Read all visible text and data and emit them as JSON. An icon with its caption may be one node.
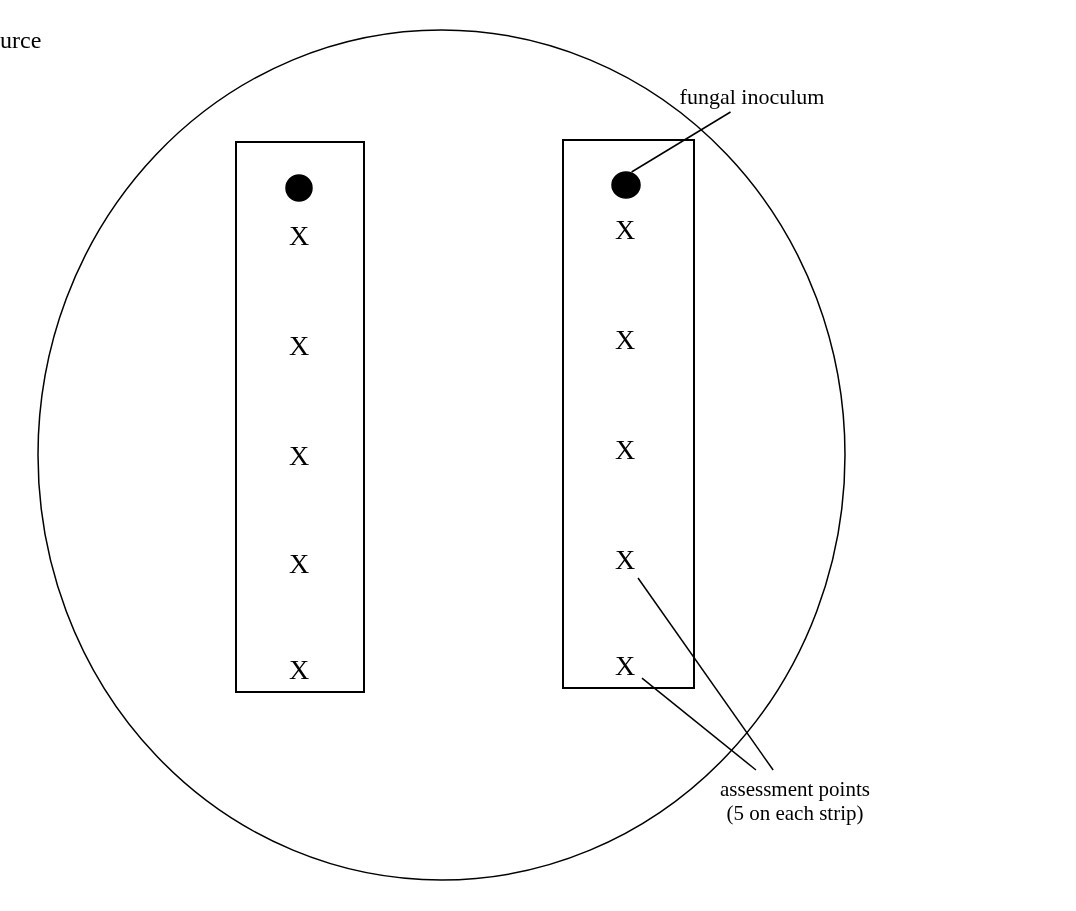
{
  "diagram": {
    "nodes": [
      {
        "text": [],
        "shape": "circle"
      },
      {
        "text": [],
        "shape": "box",
        "in": 0
      },
      {
        "text": [],
        "shape": "circle",
        "in": 1
      },
      {
        "text": [
          "X"
        ],
        "in": 1
      },
      {
        "text": [
          "X"
        ],
        "in": 1
      },
      {
        "text": [
          "X"
        ],
        "in": 1
      },
      {
        "text": [
          "X"
        ],
        "in": 1
      },
      {
        "text": [
          "X"
        ],
        "in": 1
      },
      {
        "text": [],
        "shape": "box",
        "in": 0
      },
      {
        "text": [],
        "shape": "circle",
        "in": 8
      },
      {
        "text": [
          "X"
        ],
        "in": 8
      },
      {
        "text": [
          "X"
        ],
        "in": 8
      },
      {
        "text": [
          "X"
        ],
        "in": 8
      },
      {
        "text": [
          "X"
        ],
        "in": 8
      },
      {
        "text": [
          "X"
        ],
        "in": 8
      },
      {
        "text": [
          "fungal inoculum"
        ]
      },
      {
        "text": [
          "assessment points (5 on each strip)"
        ]
      }
    ],
    "edges": [
      {
        "from": 15,
        "to": 9,
        "arrow": "none"
      },
      {
        "from": 16,
        "to": 13,
        "arrow": "none"
      },
      {
        "from": 16,
        "to": 14,
        "arrow": "none"
      }
    ],
    "labels": [
      "urce"
    ]
  }
}
